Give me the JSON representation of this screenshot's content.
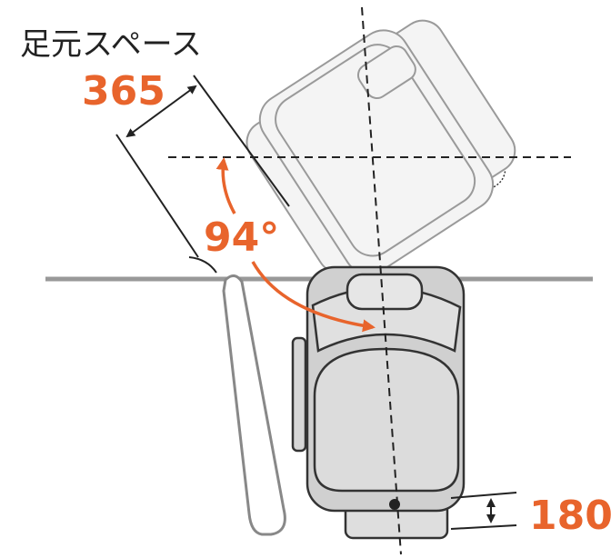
{
  "labels": {
    "footroom_title": "足元スペース",
    "footroom_value": "365",
    "rotation_angle": "94°",
    "offset_value": "180"
  },
  "colors": {
    "accent": "#E8642C",
    "line": "#222222",
    "seat_fill": "#d6d6d6",
    "seat_outline": "#333333",
    "ghost_outline": "#888888",
    "floor_line": "#999999"
  }
}
